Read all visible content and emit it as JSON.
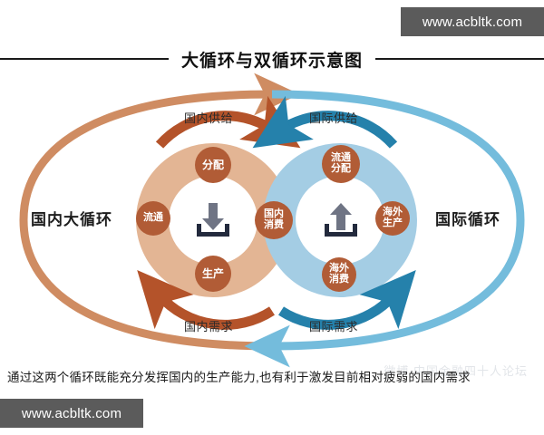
{
  "title": "大循环与双循环示意图",
  "watermark": {
    "top": "www.acbltk.com",
    "bottom": "www.acbltk.com",
    "ghost": "微博 中国金融四十人论坛"
  },
  "outer_labels": {
    "left": "国内大循环",
    "right": "国际循环"
  },
  "flow_labels": {
    "domestic_supply": "国内供给",
    "international_supply": "国际供给",
    "domestic_demand": "国内需求",
    "international_demand": "国际需求"
  },
  "left_cycle": {
    "name": "国内大循环",
    "ring_color": "#e3b594",
    "arrow_color": "#b4532a",
    "outer_arc_color": "#cf8c62",
    "center_icon": "download-icon",
    "nodes": [
      {
        "label": "分配",
        "position": "top"
      },
      {
        "label": "流通",
        "position": "left"
      },
      {
        "label": "生产",
        "position": "bottom"
      },
      {
        "label": "国内消费",
        "position": "right"
      }
    ]
  },
  "right_cycle": {
    "name": "国际循环",
    "ring_color": "#a4cde4",
    "arrow_color": "#2581ab",
    "outer_arc_color": "#74bcdc",
    "center_icon": "upload-icon",
    "nodes": [
      {
        "label": "流通分配",
        "position": "top"
      },
      {
        "label": "海外生产",
        "position": "right"
      },
      {
        "label": "海外消费",
        "position": "bottom"
      },
      {
        "label": "国内消费",
        "position": "left"
      }
    ]
  },
  "nodes": {
    "fenpei": "分配",
    "liutong": "流通",
    "shengchan": "生产",
    "domestic_consumption_a": "国内",
    "domestic_consumption_b": "消费",
    "circulation_distribution_a": "流通",
    "circulation_distribution_b": "分配",
    "overseas_production_a": "海外",
    "overseas_production_b": "生产",
    "overseas_consumption_a": "海外",
    "overseas_consumption_b": "消费"
  },
  "caption": "通过这两个循环既能充分发挥国内的生产能力,也有利于激发目前相对疲弱的国内需求",
  "colors": {
    "node_fill": "#b15c36",
    "orange_light": "#e3b594",
    "orange_dark": "#b4532a",
    "orange_arc": "#cf8c62",
    "blue_light": "#a4cde4",
    "blue_dark": "#2581ab",
    "blue_arc": "#74bcdc",
    "icon_arrow": "#6f7484",
    "icon_tray": "#232a3d",
    "watermark_bg": "#5b5b5b",
    "rule": "#1a1a1a"
  }
}
